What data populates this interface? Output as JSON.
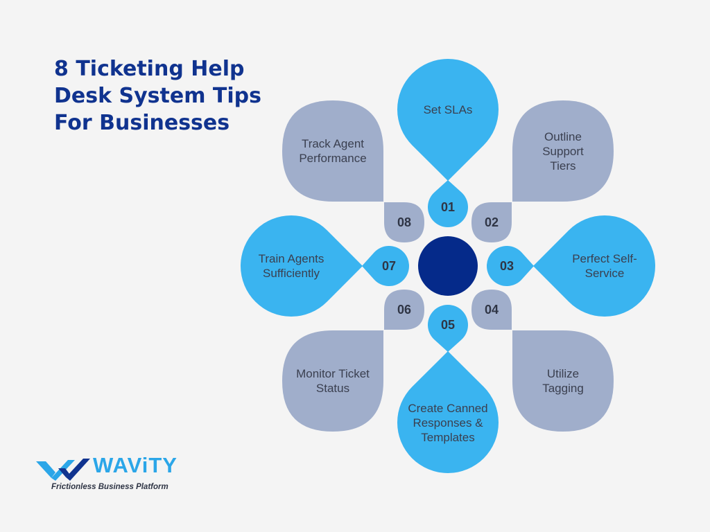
{
  "title_lines": [
    "8 Ticketing Help",
    "Desk System Tips",
    "For Businesses"
  ],
  "colors": {
    "title": "#10338f",
    "blue": "#3ab4f0",
    "gray": "#a0aecb",
    "center": "#052a8a",
    "background": "#f4f4f4"
  },
  "tips": [
    {
      "number": "01",
      "lines": [
        "Set SLAs"
      ],
      "color": "blue"
    },
    {
      "number": "02",
      "lines": [
        "Outline",
        "Support",
        "Tiers"
      ],
      "color": "gray"
    },
    {
      "number": "03",
      "lines": [
        "Perfect Self-",
        "Service"
      ],
      "color": "blue"
    },
    {
      "number": "04",
      "lines": [
        "Utilize",
        "Tagging"
      ],
      "color": "gray"
    },
    {
      "number": "05",
      "lines": [
        "Create Canned",
        "Responses &",
        "Templates"
      ],
      "color": "blue"
    },
    {
      "number": "06",
      "lines": [
        "Monitor Ticket",
        "Status"
      ],
      "color": "gray"
    },
    {
      "number": "07",
      "lines": [
        "Train Agents",
        "Sufficiently"
      ],
      "color": "blue"
    },
    {
      "number": "08",
      "lines": [
        "Track Agent",
        "Performance"
      ],
      "color": "gray"
    }
  ],
  "logo": {
    "brand": "WAViTY",
    "tagline": "Frictionless Business Platform",
    "icon": "double-check-icon"
  }
}
